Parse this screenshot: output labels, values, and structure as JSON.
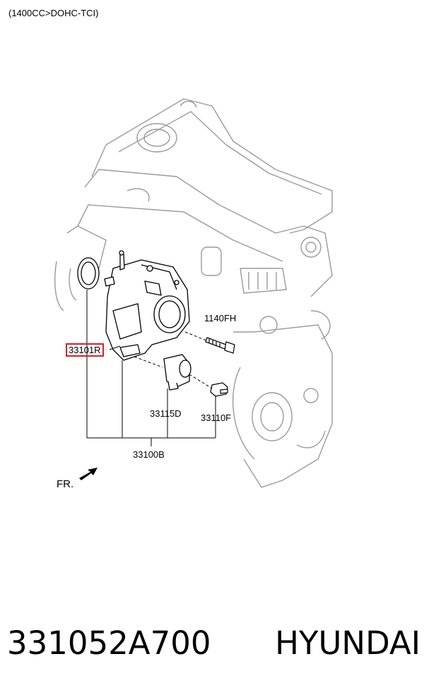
{
  "header": {
    "engine_variant": "(1400CC>DOHC-TCI)"
  },
  "diagram": {
    "labels": {
      "bolt": "1140FH",
      "gasket": "33101R",
      "sensor": "33115D",
      "fitting": "33110F",
      "assembly": "33100B"
    },
    "direction": "FR."
  },
  "footer": {
    "part_number": "331052A700",
    "brand": "HYUNDAI"
  },
  "colors": {
    "highlight": "#d6202a",
    "line": "#000000"
  }
}
